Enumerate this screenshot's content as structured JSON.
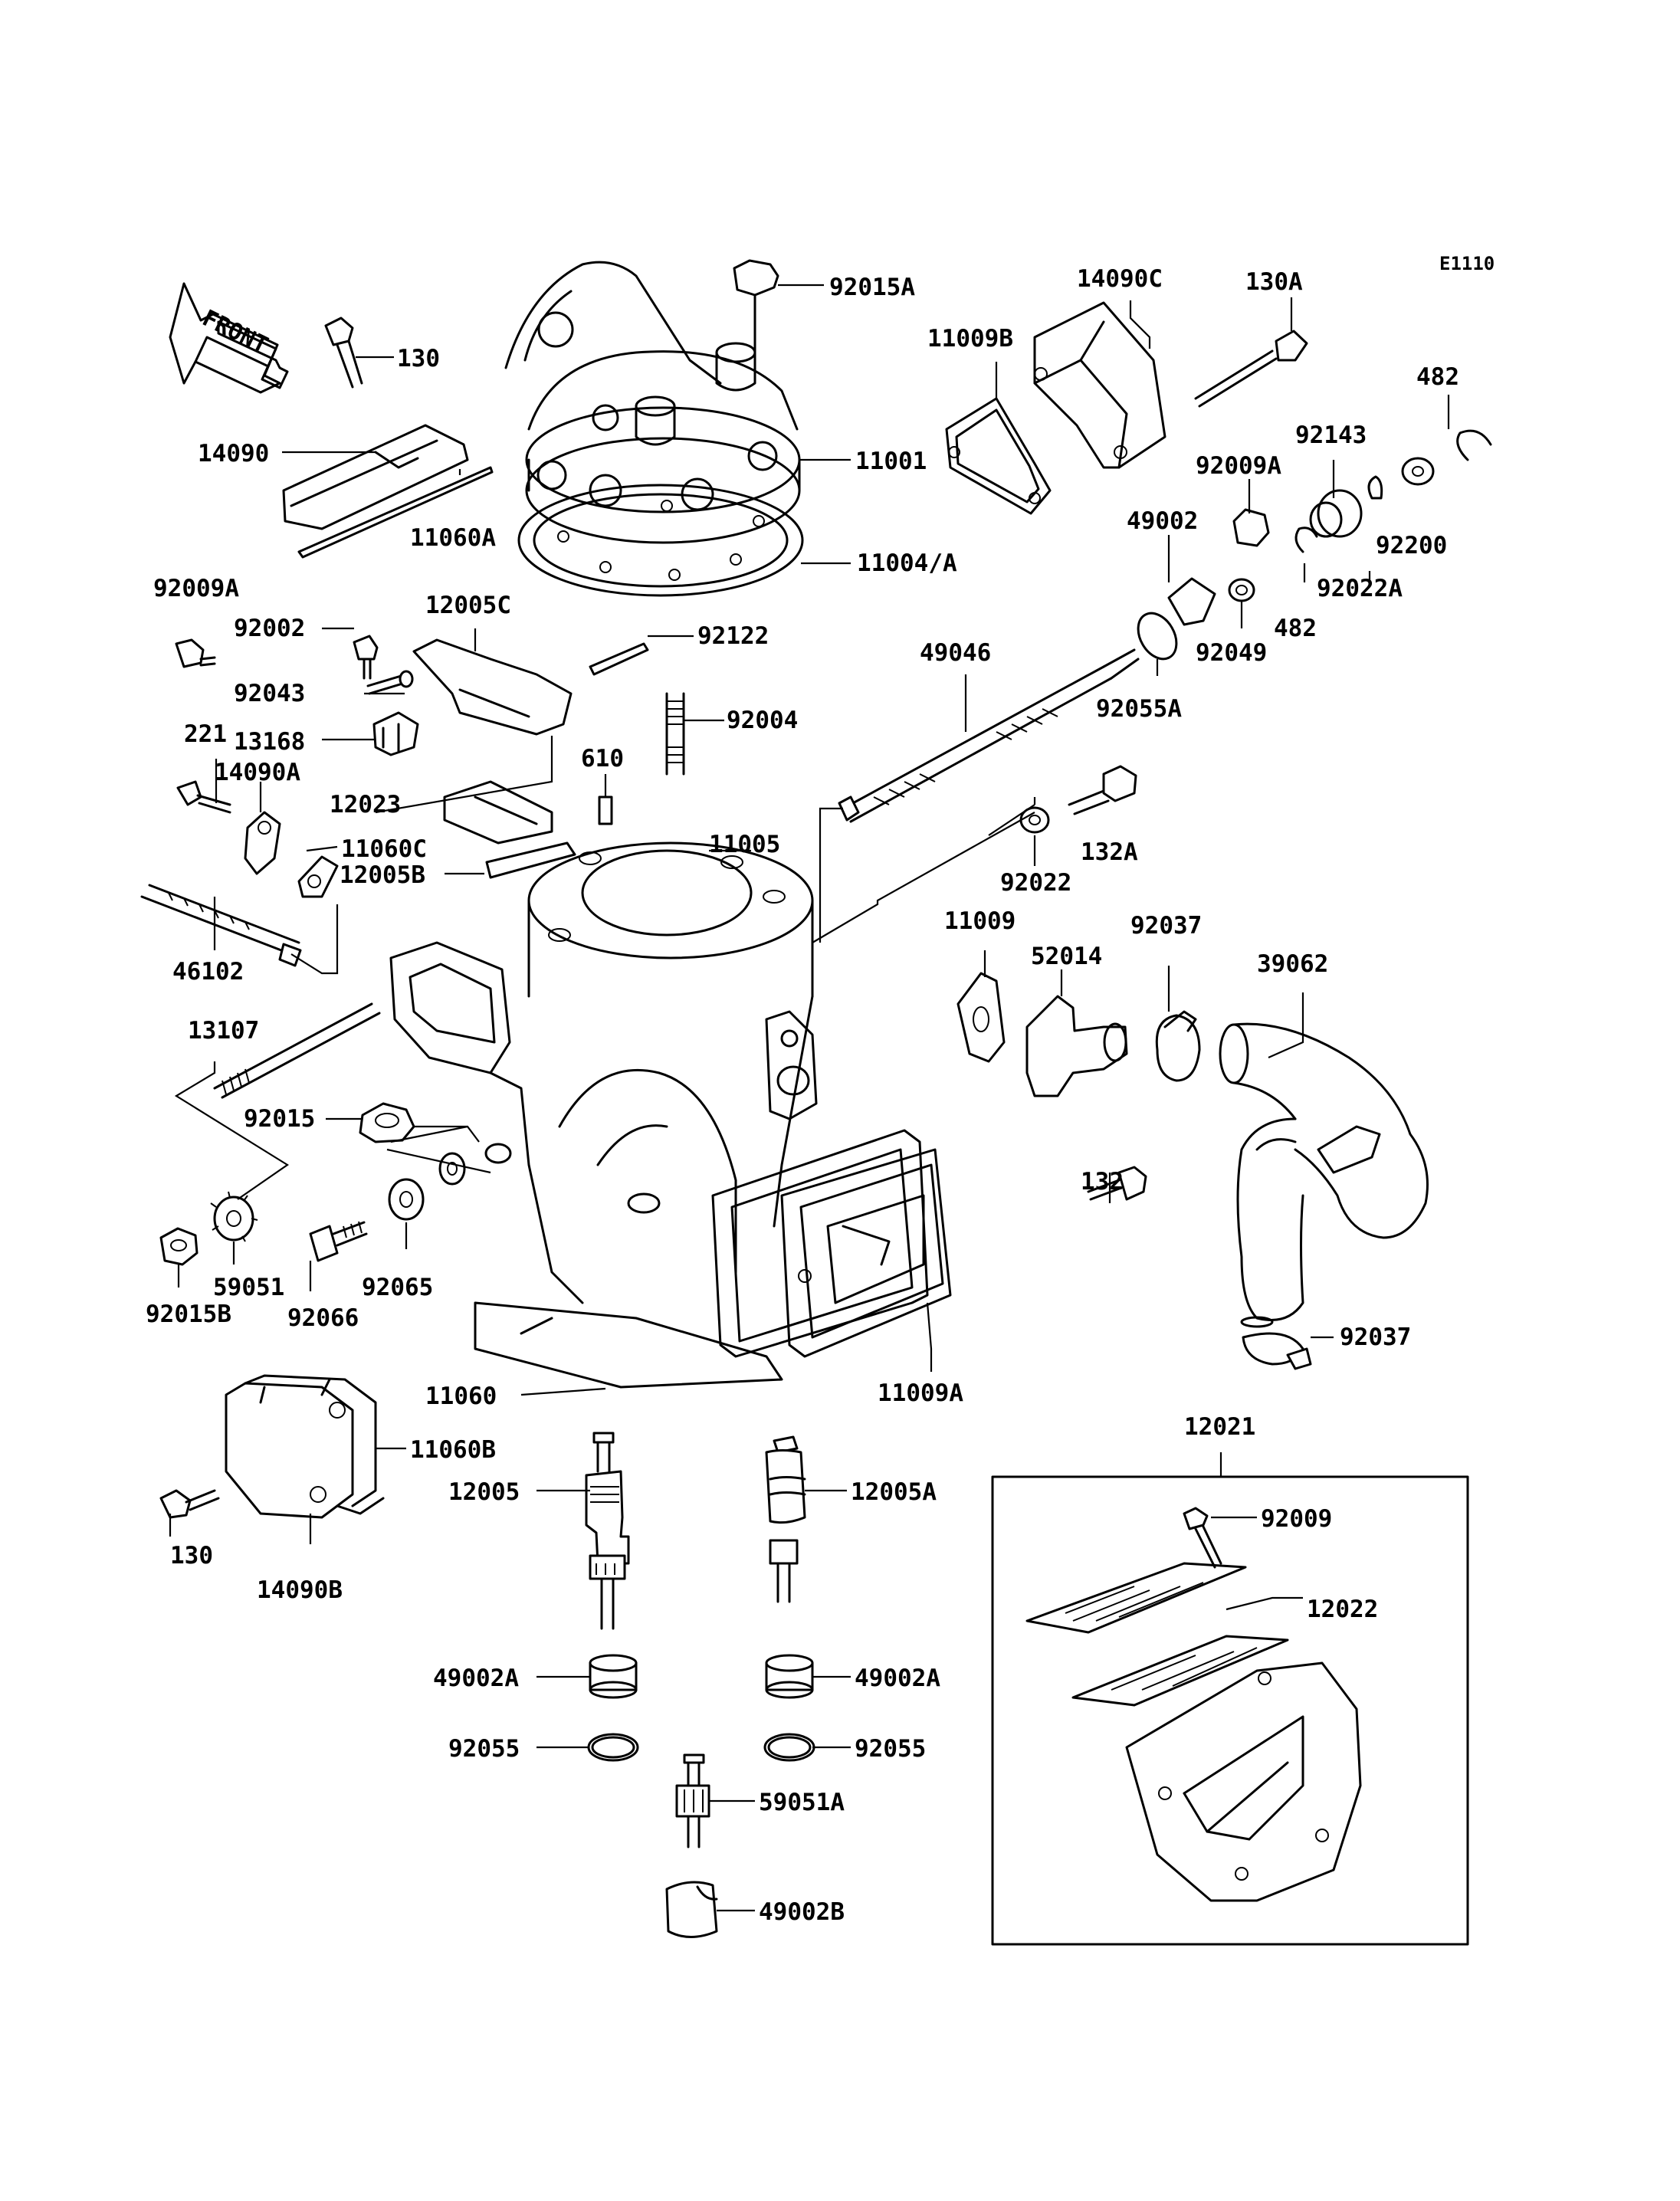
{
  "diagram": {
    "code": "E1110",
    "front_label": "FRONT",
    "labels": {
      "p92015A": "92015A",
      "p14090C": "14090C",
      "p130A": "130A",
      "p130_top": "130",
      "p11009B": "11009B",
      "p482_top": "482",
      "p14090": "14090",
      "p11001": "11001",
      "p92143": "92143",
      "p92009A_right": "92009A",
      "p49002": "49002",
      "p11060A": "11060A",
      "p92200": "92200",
      "p11004A": "11004/A",
      "p482_mid": "482",
      "p92022A": "92022A",
      "p92049": "92049",
      "p92009A_left": "92009A",
      "p92002": "92002",
      "p12005C": "12005C",
      "p92122": "92122",
      "p92055A": "92055A",
      "p49046": "49046",
      "p92043": "92043",
      "p92004": "92004",
      "p221": "221",
      "p13168": "13168",
      "p14090A": "14090A",
      "p610": "610",
      "p12023": "12023",
      "p132A": "132A",
      "p11060C": "11060C",
      "p11005": "11005",
      "p12005B": "12005B",
      "p92022": "92022",
      "p46102": "46102",
      "p11009": "11009",
      "p92037_top": "92037",
      "p52014": "52014",
      "p39062": "39062",
      "p13107": "13107",
      "p92015": "92015",
      "p132": "132",
      "p59051": "59051",
      "p92065": "92065",
      "p92015B": "92015B",
      "p92066": "92066",
      "p92037_bottom": "92037",
      "p11060": "11060",
      "p11009A": "11009A",
      "p12021": "12021",
      "p11060B": "11060B",
      "p12005": "12005",
      "p12005A": "12005A",
      "p92009": "92009",
      "p130_bottom": "130",
      "p14090B": "14090B",
      "p12022": "12022",
      "p49002A_left": "49002A",
      "p49002A_right": "49002A",
      "p92055_left": "92055",
      "p92055_right": "92055",
      "p59051A": "59051A",
      "p49002B": "49002B"
    }
  }
}
